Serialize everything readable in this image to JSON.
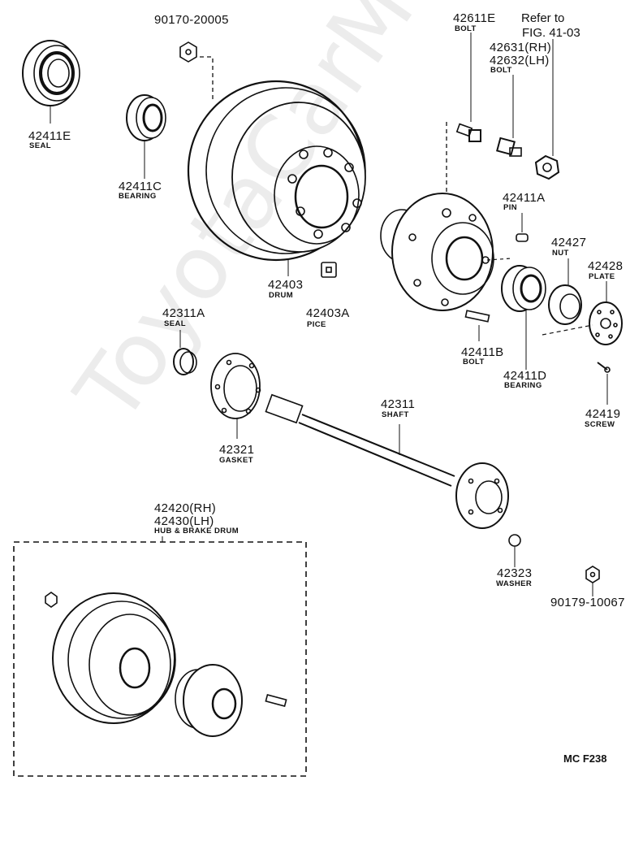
{
  "callouts": [
    {
      "number": "90170-20005",
      "name": ""
    },
    {
      "number": "42411E",
      "name": "SEAL"
    },
    {
      "number": "42411C",
      "name": "BEARING"
    },
    {
      "number": "42403",
      "name": "DRUM"
    },
    {
      "number": "42403A",
      "name": "PICE"
    },
    {
      "number": "42611E",
      "name": "BOLT"
    },
    {
      "number": "42631(RH)",
      "name": ""
    },
    {
      "number": "42632(LH)",
      "name": "BOLT"
    },
    {
      "number": "42411A",
      "name": "PIN"
    },
    {
      "number": "42427",
      "name": "NUT"
    },
    {
      "number": "42428",
      "name": "PLATE"
    },
    {
      "number": "42411B",
      "name": "BOLT"
    },
    {
      "number": "42411D",
      "name": "BEARING"
    },
    {
      "number": "42419",
      "name": "SCREW"
    },
    {
      "number": "42311A",
      "name": "SEAL"
    },
    {
      "number": "42321",
      "name": "GASKET"
    },
    {
      "number": "42311",
      "name": "SHAFT"
    },
    {
      "number": "42420(RH)",
      "name": ""
    },
    {
      "number": "42430(LH)",
      "name": "HUB & BRAKE DRUM"
    },
    {
      "number": "42323",
      "name": "WASHER"
    },
    {
      "number": "90179-10067",
      "name": ""
    }
  ],
  "reference": {
    "line1": "Refer to",
    "line2": "FIG. 41-03"
  },
  "figure_code": "MC F238",
  "watermark": "ToyotaCarMe.ru"
}
